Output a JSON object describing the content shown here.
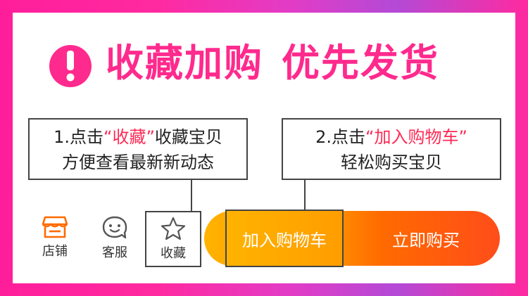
{
  "header": {
    "headline_left": "收藏加购",
    "headline_right": "优先发货"
  },
  "callouts": {
    "fav": {
      "prefix": "1.点击",
      "quoted": "“收藏”",
      "suffix": "收藏宝贝",
      "line2": "方便查看最新新动态"
    },
    "cart": {
      "prefix": "2.点击",
      "quoted": "“加入购物车”",
      "line2": "轻松购买宝贝"
    }
  },
  "toolbar": {
    "store_label": "店铺",
    "service_label": "客服",
    "fav_label": "收藏",
    "cart_label": "加入购物车",
    "buy_label": "立即购买"
  },
  "colors": {
    "accent_pink": "#ff2a8d",
    "quote_red": "#ff2a55",
    "store_orange": "#ff6a00",
    "cart_yellow": "#ffb300",
    "buy_orange": "#ff4d1a"
  },
  "icons": [
    "exclamation-icon",
    "store-icon",
    "chat-face-icon",
    "star-icon"
  ]
}
